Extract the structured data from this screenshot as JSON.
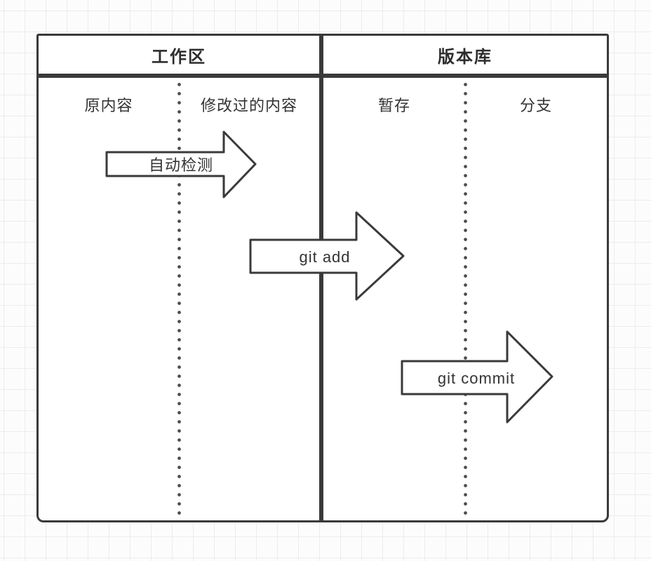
{
  "panels": {
    "left": {
      "title": "工作区",
      "columns": [
        "原内容",
        "修改过的内容"
      ]
    },
    "right": {
      "title": "版本库",
      "columns": [
        "暂存",
        "分支"
      ]
    }
  },
  "arrows": [
    {
      "label": "自动检测"
    },
    {
      "label": "git add"
    },
    {
      "label": "git commit"
    }
  ],
  "colors": {
    "border": "#3a3a3a",
    "box_fill": "#ffffff",
    "grid_line": "#ececec",
    "background": "#fcfcfc",
    "text": "#333333"
  }
}
